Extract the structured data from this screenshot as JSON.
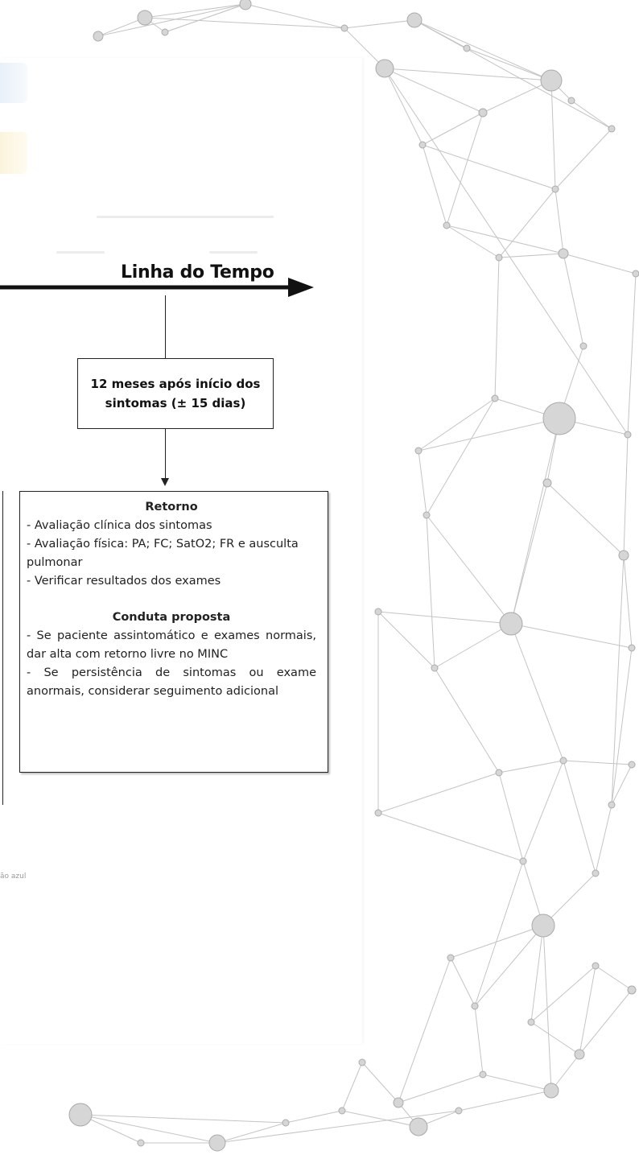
{
  "timeline": {
    "label": "Linha do Tempo"
  },
  "milestone": {
    "text": "12 meses após início dos sintomas (± 15 dias)"
  },
  "retorno_box": {
    "heading": "Retorno",
    "items": [
      "- Avaliação clínica dos sintomas",
      "- Avaliação física: PA; FC; SatO2; FR e ausculta pulmonar",
      "- Verificar resultados dos exames"
    ],
    "conduta_heading": "Conduta proposta",
    "conduta_items": [
      "- Se paciente assintomático e exames normais, dar alta com retorno livre no MINC",
      "- Se persistência de sintomas ou exame anormais, considerar seguimento adicional"
    ]
  },
  "footer": {
    "partial_text": "ão azul"
  },
  "colors": {
    "network_line": "#c4c4c4",
    "network_node": "#d6d6d6",
    "border": "#222222"
  }
}
